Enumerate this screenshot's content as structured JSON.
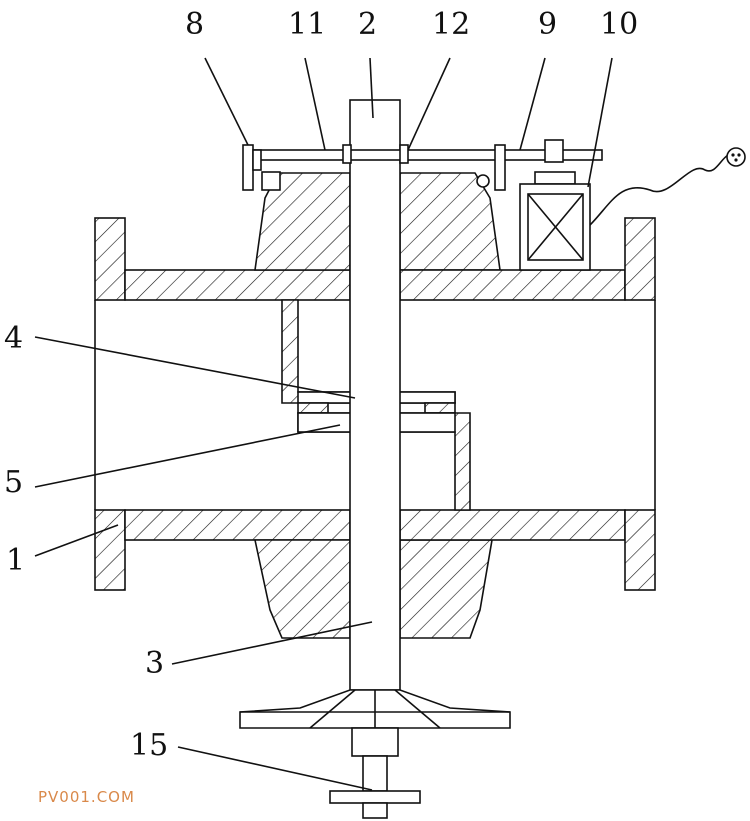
{
  "labels": {
    "l8": "8",
    "l11": "11",
    "l2": "2",
    "l12": "12",
    "l9": "9",
    "l10": "10",
    "l4": "4",
    "l5": "5",
    "l1": "1",
    "l3": "3",
    "l15": "15"
  },
  "watermark": {
    "text": "PV001.COM",
    "color": "#d9894a"
  },
  "colors": {
    "line": "#111111",
    "background": "#ffffff"
  }
}
